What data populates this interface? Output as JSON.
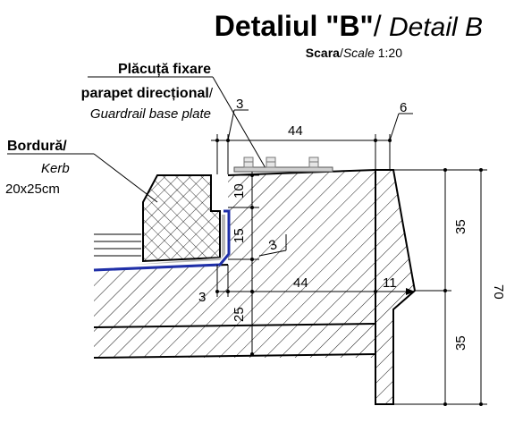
{
  "title": {
    "bold": "Detaliul \"B\"",
    "separator": "/",
    "italic": " Detail B"
  },
  "scale": {
    "bold": "Scara",
    "separator": "/",
    "italic": "Scale",
    "value": " 1:20"
  },
  "labels": {
    "base_plate": {
      "line1": "Plăcuță fixare",
      "line2": "parapet direcțional",
      "line2_sep": "/",
      "line3": "Guardrail base plate"
    },
    "kerb": {
      "line1": "Bordură/",
      "line2": "Kerb",
      "line3": "20x25cm"
    }
  },
  "dimensions": {
    "top_3": "3",
    "top_44": "44",
    "top_6": "6",
    "kerb_10": "10",
    "kerb_15": "15",
    "slope_3": "3",
    "right_35_top": "35",
    "right_35_bottom": "35",
    "right_70": "70",
    "bottom_3": "3",
    "bottom_44": "44",
    "bottom_11": "11",
    "bottom_25": "25"
  },
  "colors": {
    "waterproofing": "#1f2fa8",
    "kerb_fill": "#ffffff",
    "hatch": "#000000"
  }
}
